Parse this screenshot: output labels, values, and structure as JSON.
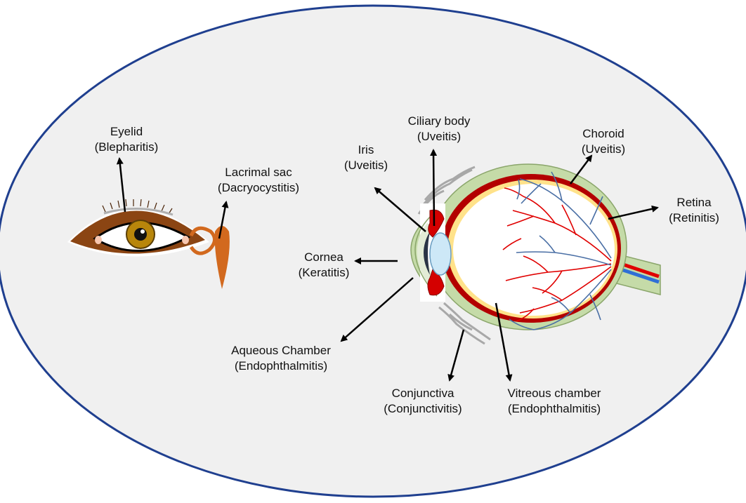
{
  "colors": {
    "background_ellipse_fill": "#f0f0f0",
    "background_ellipse_border": "#1f3f8f",
    "eyelid_brown": "#8b4513",
    "iris_gold": "#b8860b",
    "lacrimal_orange": "#d2691e",
    "sclera_green": "#c5dba8",
    "choroid_red": "#b30000",
    "retina_yellow": "#ffe28a",
    "vessel_red": "#e00000",
    "vessel_blue": "#4a6fa5",
    "lens_blue": "#cde8f7",
    "conjunctiva_gray": "#a8a8a8",
    "text": "#111111",
    "arrow": "#000000"
  },
  "labels": {
    "eyelid": {
      "name": "Eyelid",
      "disease": "(Blepharitis)"
    },
    "lacrimal_sac": {
      "name": "Lacrimal sac",
      "disease": "(Dacryocystitis)"
    },
    "iris": {
      "name": "Iris",
      "disease": "(Uveitis)"
    },
    "ciliary_body": {
      "name": "Ciliary body",
      "disease": "(Uveitis)"
    },
    "choroid": {
      "name": "Choroid",
      "disease": "(Uveitis)"
    },
    "retina": {
      "name": "Retina",
      "disease": "(Retinitis)"
    },
    "cornea": {
      "name": "Cornea",
      "disease": "(Keratitis)"
    },
    "aqueous_chamber": {
      "name": "Aqueous Chamber",
      "disease": "(Endophthalmitis)"
    },
    "conjunctiva": {
      "name": "Conjunctiva",
      "disease": "(Conjunctivitis)"
    },
    "vitreous_chamber": {
      "name": "Vitreous chamber",
      "disease": "(Endophthalmitis)"
    }
  }
}
